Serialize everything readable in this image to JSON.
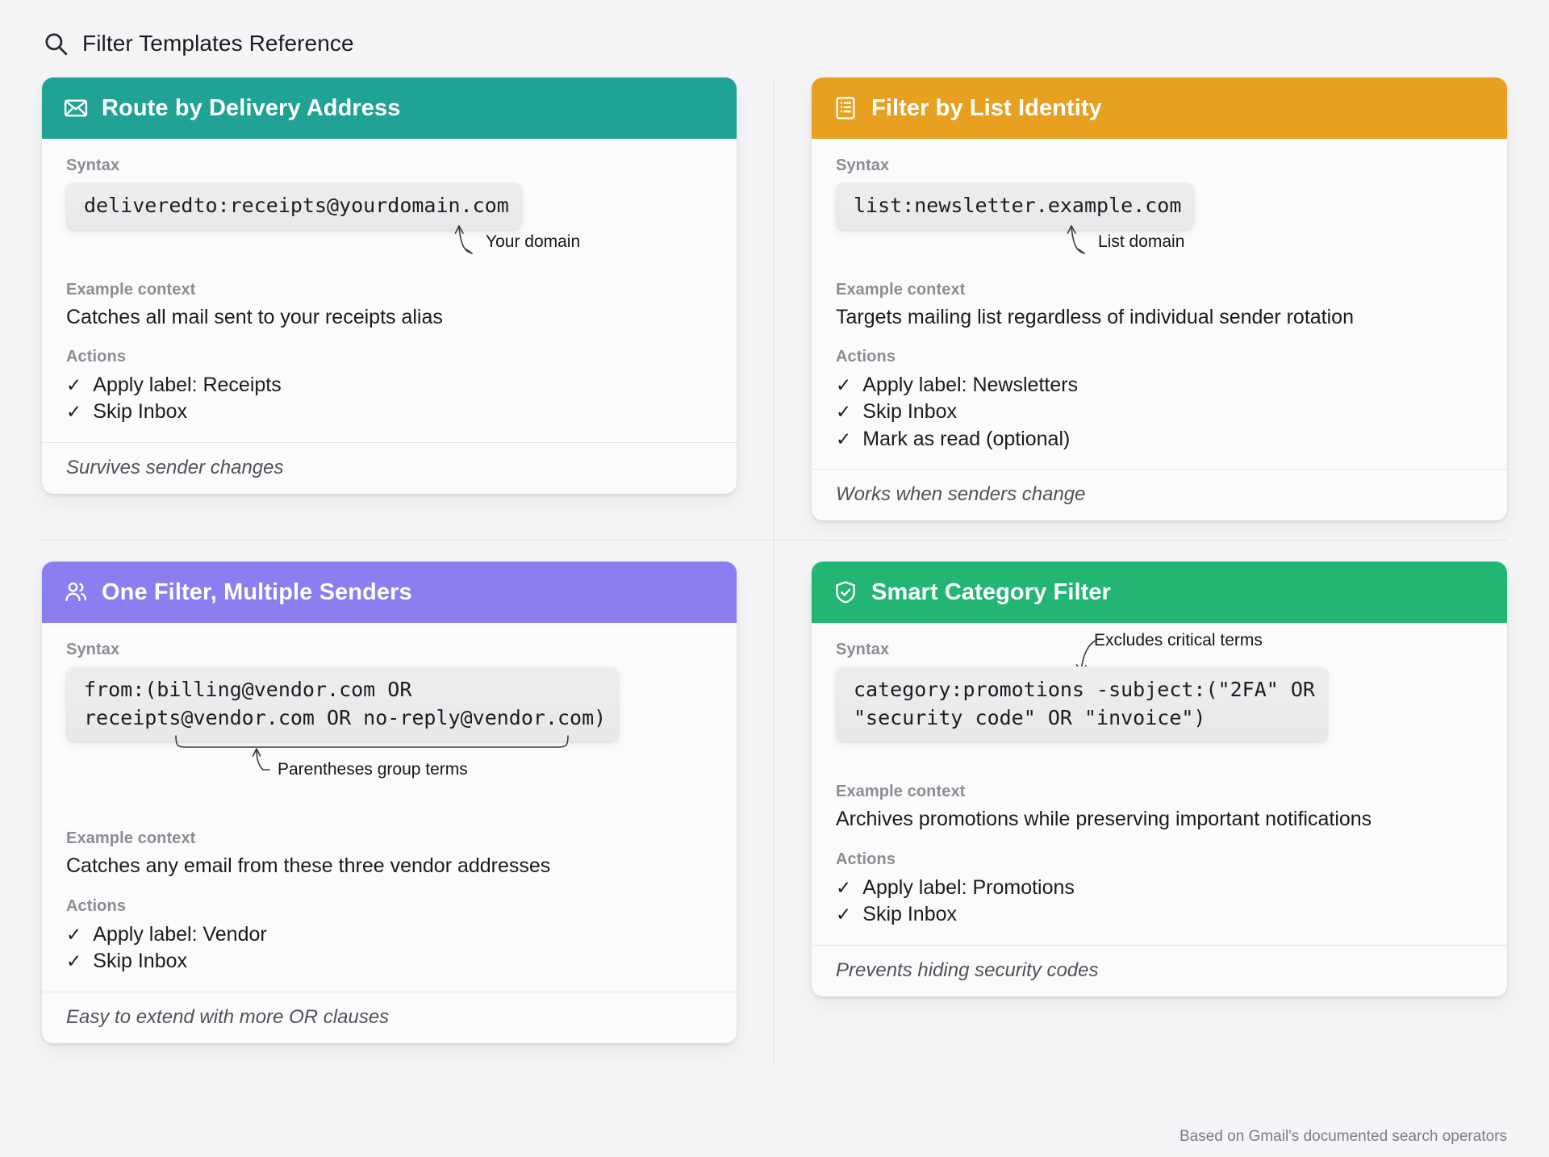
{
  "header": {
    "title": "Filter Templates Reference",
    "icon": "search-icon"
  },
  "labels": {
    "syntax": "Syntax",
    "context": "Example context",
    "actions": "Actions",
    "check_glyph": "✓"
  },
  "footnote": "Based on Gmail's documented search operators",
  "cards": [
    {
      "id": "route-by-delivery-address",
      "title": "Route by Delivery Address",
      "icon": "envelope-icon",
      "accent": "#20a394",
      "syntax": "deliveredto:receipts@yourdomain.com",
      "annotation": "Your domain",
      "context": "Catches all mail sent to your receipts alias",
      "actions": [
        "Apply label: Receipts",
        "Skip Inbox"
      ],
      "footer": "Survives sender changes"
    },
    {
      "id": "filter-by-list-identity",
      "title": "Filter by List Identity",
      "icon": "list-document-icon",
      "accent": "#e8a020",
      "syntax": "list:newsletter.example.com",
      "annotation": "List domain",
      "context": "Targets mailing list regardless of individual sender rotation",
      "actions": [
        "Apply label: Newsletters",
        "Skip Inbox",
        "Mark as read (optional)"
      ],
      "footer": "Works when senders change"
    },
    {
      "id": "one-filter-multiple-senders",
      "title": "One Filter, Multiple Senders",
      "icon": "users-icon",
      "accent": "#8b7ef0",
      "syntax": "from:(billing@vendor.com OR\nreceipts@vendor.com OR no-reply@vendor.com)",
      "annotation": "Parentheses group terms",
      "context": "Catches any email from these three vendor addresses",
      "actions": [
        "Apply label: Vendor",
        "Skip Inbox"
      ],
      "footer": "Easy to extend with more OR clauses"
    },
    {
      "id": "smart-category-filter",
      "title": "Smart Category Filter",
      "icon": "shield-check-icon",
      "accent": "#22b573",
      "syntax": "category:promotions -subject:(\"2FA\" OR\n\"security code\" OR \"invoice\")",
      "annotation": "Excludes critical terms",
      "context": "Archives promotions while preserving important notifications",
      "actions": [
        "Apply label: Promotions",
        "Skip Inbox"
      ],
      "footer": "Prevents hiding security codes"
    }
  ]
}
